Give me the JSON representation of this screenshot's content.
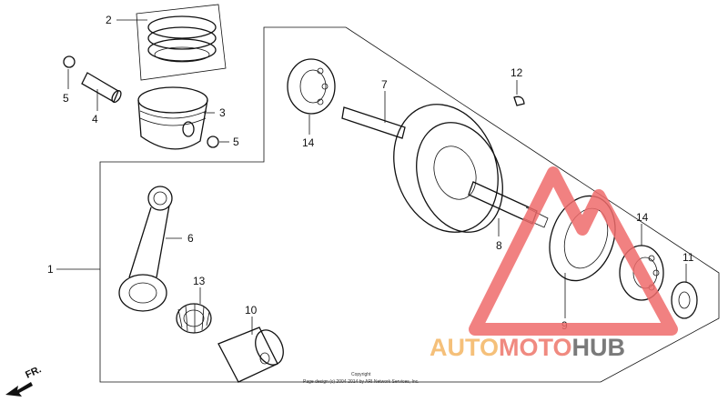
{
  "callouts": {
    "c1": "1",
    "c2": "2",
    "c3": "3",
    "c4": "4",
    "c5a": "5",
    "c5b": "5",
    "c6": "6",
    "c7": "7",
    "c8": "8",
    "c9": "9",
    "c10": "10",
    "c11": "11",
    "c12": "12",
    "c13": "13",
    "c14a": "14",
    "c14b": "14"
  },
  "footer": {
    "copyright_title": "Copyright",
    "copyright_line": "Page design (c) 2004-2014 by ARI Network Services, Inc."
  },
  "direction": {
    "label": "FR."
  },
  "watermark": {
    "part1": "AUTO",
    "part2": "MOTO",
    "part3": "HUB",
    "colors": {
      "auto": "#f5c07a",
      "moto": "#f08a80",
      "hub": "#7a7a7a",
      "logo": "#ef6b6b"
    }
  }
}
